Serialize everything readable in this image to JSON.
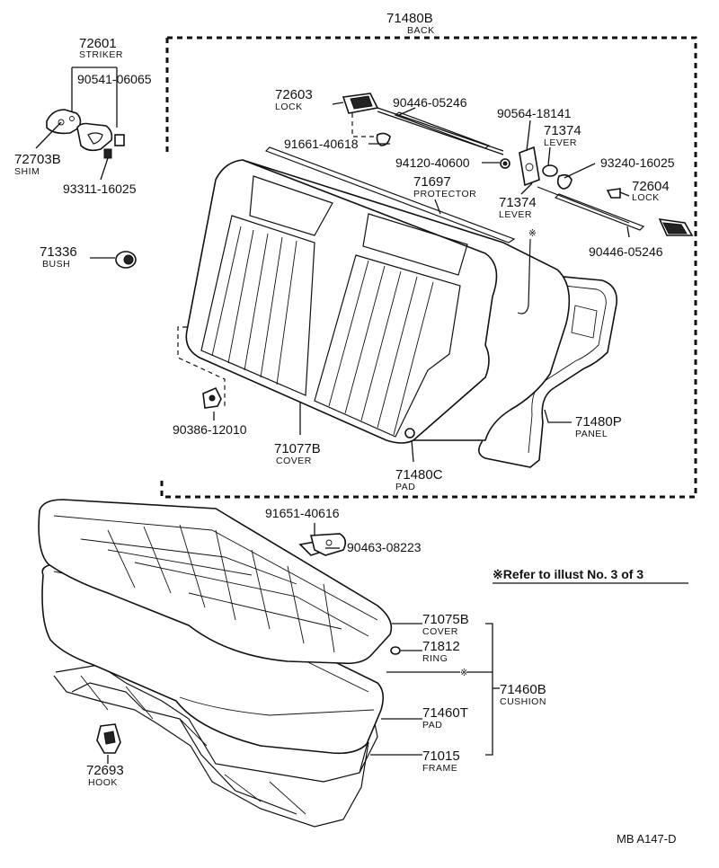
{
  "parts": {
    "p71480B": {
      "number": "71480B",
      "name": "BACK"
    },
    "p72601": {
      "number": "72601",
      "name": "STRIKER"
    },
    "p90541": {
      "number": "90541-06065"
    },
    "p72703B": {
      "number": "72703B",
      "name": "SHIM"
    },
    "p93311": {
      "number": "93311-16025"
    },
    "p71336": {
      "number": "71336",
      "name": "BUSH"
    },
    "p72603": {
      "number": "72603",
      "name": "LOCK"
    },
    "p90446a": {
      "number": "90446-05246"
    },
    "p90564": {
      "number": "90564-18141"
    },
    "p71374a": {
      "number": "71374",
      "name": "LEVER"
    },
    "p91661": {
      "number": "91661-40618"
    },
    "p94120": {
      "number": "94120-40600"
    },
    "p93240": {
      "number": "93240-16025"
    },
    "p71697": {
      "number": "71697",
      "name": "PROTECTOR"
    },
    "p71374b": {
      "number": "71374",
      "name": "LEVER"
    },
    "p72604": {
      "number": "72604",
      "name": "LOCK"
    },
    "p90446b": {
      "number": "90446-05246"
    },
    "p71480P": {
      "number": "71480P",
      "name": "PANEL"
    },
    "p90386": {
      "number": "90386-12010"
    },
    "p71077B": {
      "number": "71077B",
      "name": "COVER"
    },
    "p71480C": {
      "number": "71480C",
      "name": "PAD"
    },
    "p91651": {
      "number": "91651-40616"
    },
    "p90463": {
      "number": "90463-08223"
    },
    "p71075B": {
      "number": "71075B",
      "name": "COVER"
    },
    "p71812": {
      "number": "71812",
      "name": "RING"
    },
    "p71460B": {
      "number": "71460B",
      "name": "CUSHION"
    },
    "p71460T": {
      "number": "71460T",
      "name": "PAD"
    },
    "p71015": {
      "number": "71015",
      "name": "FRAME"
    },
    "p72693": {
      "number": "72693",
      "name": "HOOK"
    }
  },
  "notes": {
    "refer_symbol": "※",
    "refer_text": "Refer to illust No. 3 of 3",
    "diagram_code": "MB A147-D"
  }
}
